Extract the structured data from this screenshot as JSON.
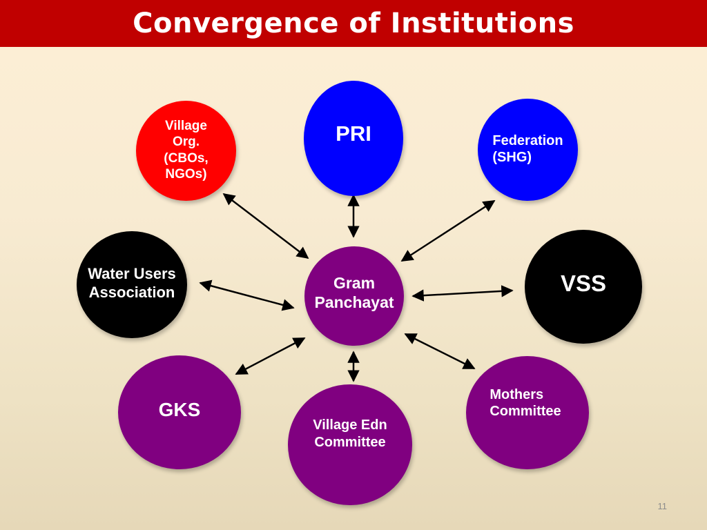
{
  "title": "Convergence of Institutions",
  "center": {
    "label": "Gram\nPanchayat",
    "color": "#800080"
  },
  "nodes": [
    {
      "id": "village-org",
      "label": "Village\nOrg.\n(CBOs,\nNGOs)",
      "color": "#ff0000"
    },
    {
      "id": "pri",
      "label": "PRI",
      "color": "#0000ff"
    },
    {
      "id": "federation",
      "label": "Federation\n(SHG)",
      "color": "#0000ff"
    },
    {
      "id": "water-users",
      "label": "Water Users\nAssociation",
      "color": "#000000"
    },
    {
      "id": "vss",
      "label": "VSS",
      "color": "#000000"
    },
    {
      "id": "gks",
      "label": "GKS",
      "color": "#800080"
    },
    {
      "id": "village-edn",
      "label": "Village Edn\nCommittee",
      "color": "#800080"
    },
    {
      "id": "mothers",
      "label": "Mothers\nCommittee",
      "color": "#800080"
    }
  ],
  "page_number": "11"
}
